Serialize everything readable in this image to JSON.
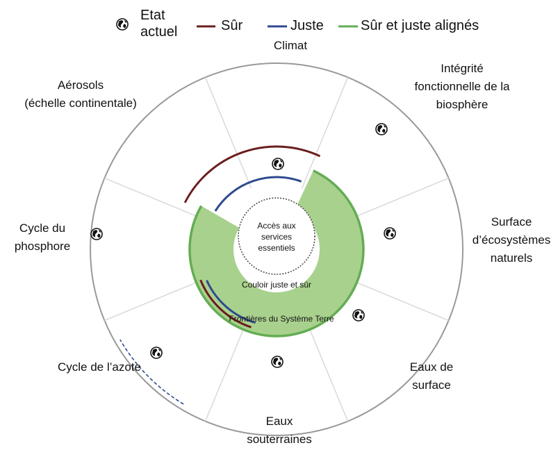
{
  "legend": {
    "current_state": [
      "Etat",
      "actuel"
    ],
    "safe": "Sûr",
    "just": "Juste",
    "aligned": "Sûr et juste alignés"
  },
  "colors": {
    "safe": "#6b1d1d",
    "just": "#2e4a8f",
    "aligned_fill": "#a9d18e",
    "aligned_line": "#63ad53",
    "circle": "#999999",
    "spoke": "#d9d9d9"
  },
  "center": {
    "access": [
      "Accès aux",
      "services",
      "essentiels"
    ],
    "corridor": "Couloir juste et sûr",
    "boundaries": "Frontières du Système Terre"
  },
  "domains": [
    {
      "id": "climat",
      "lines": [
        "Climat"
      ]
    },
    {
      "id": "biosphere",
      "lines": [
        "Intégrité",
        "fonctionnelle de la",
        "biosphère"
      ]
    },
    {
      "id": "ecosystemes",
      "lines": [
        "Surface",
        "d’écosystèmes",
        "naturels"
      ]
    },
    {
      "id": "eaux-surface",
      "lines": [
        "Eaux de",
        "surface"
      ]
    },
    {
      "id": "eaux-souterraines",
      "lines": [
        "Eaux",
        "souterraines"
      ]
    },
    {
      "id": "azote",
      "lines": [
        "Cycle de l’azote"
      ]
    },
    {
      "id": "phosphore",
      "lines": [
        "Cycle du",
        "phosphore"
      ]
    },
    {
      "id": "aerosols",
      "lines": [
        "Aérosols",
        "(échelle continentale)"
      ]
    }
  ]
}
